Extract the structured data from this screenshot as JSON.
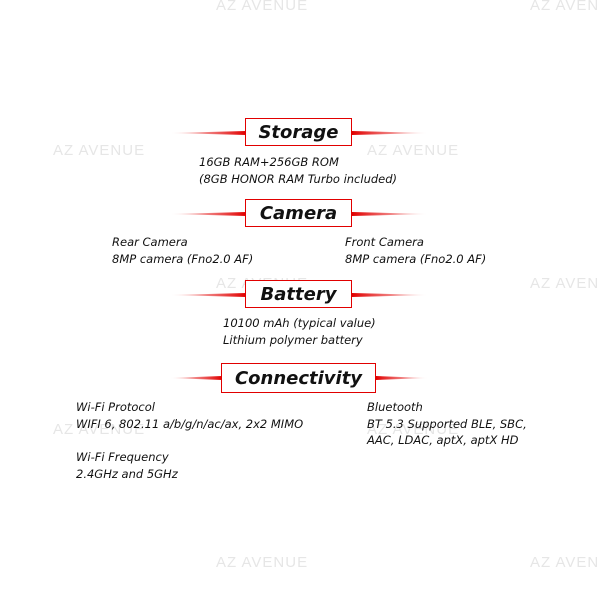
{
  "watermark": "AZ AVENUE",
  "sections": {
    "storage": {
      "title": "Storage",
      "lines": [
        "16GB RAM+256GB ROM",
        "(8GB HONOR RAM Turbo included)"
      ]
    },
    "camera": {
      "title": "Camera",
      "rear": {
        "label": "Rear Camera",
        "value": "8MP camera (Fno2.0 AF)"
      },
      "front": {
        "label": "Front Camera",
        "value": "8MP camera (Fno2.0 AF)"
      }
    },
    "battery": {
      "title": "Battery",
      "lines": [
        "10100 mAh (typical value)",
        "Lithium polymer battery"
      ]
    },
    "connectivity": {
      "title": "Connectivity",
      "wifi_protocol": {
        "label": "Wi-Fi Protocol",
        "value": "WIFI 6, 802.11 a/b/g/n/ac/ax, 2x2 MIMO"
      },
      "wifi_frequency": {
        "label": "Wi-Fi Frequency",
        "value": "2.4GHz and 5GHz"
      },
      "bluetooth": {
        "label": "Bluetooth",
        "lines": [
          "BT 5.3 Supported BLE, SBC,",
          "AAC, LDAC, aptX, aptX HD"
        ]
      }
    }
  },
  "colors": {
    "accent": "#e10000",
    "text": "#111111",
    "watermark": "#e6e6e6"
  }
}
